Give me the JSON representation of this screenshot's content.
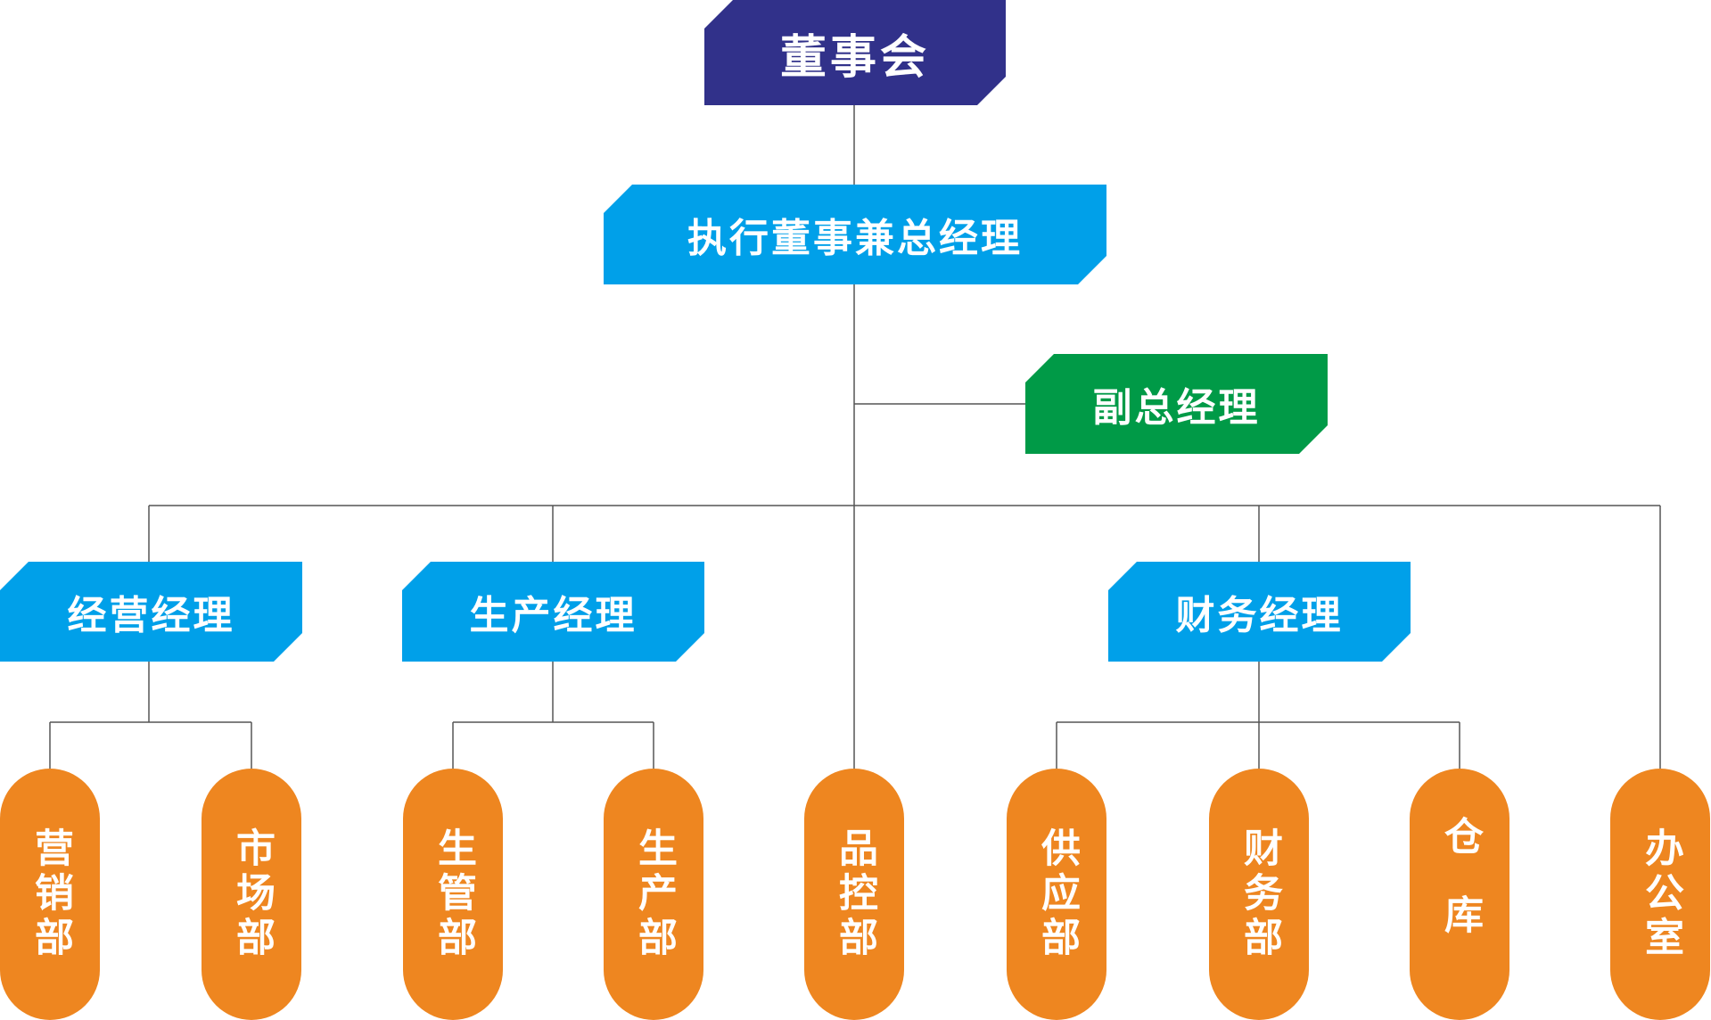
{
  "board": {
    "label": "董事会",
    "color": "#31318a"
  },
  "ceo": {
    "label": "执行董事兼总经理",
    "color": "#00a0e9"
  },
  "vice": {
    "label": "副总经理",
    "color": "#009a47"
  },
  "managers": [
    {
      "label": "经营经理",
      "color": "#00a0e9"
    },
    {
      "label": "生产经理",
      "color": "#00a0e9"
    },
    {
      "label": "财务经理",
      "color": "#00a0e9"
    }
  ],
  "departments": [
    {
      "label": "营销部"
    },
    {
      "label": "市场部"
    },
    {
      "label": "生管部"
    },
    {
      "label": "生产部"
    },
    {
      "label": "品控部"
    },
    {
      "label": "供应部"
    },
    {
      "label": "财务部"
    },
    {
      "label": "仓库"
    },
    {
      "label": "办公室"
    }
  ],
  "colors": {
    "department": "#ee8620",
    "connector": "#555555"
  }
}
